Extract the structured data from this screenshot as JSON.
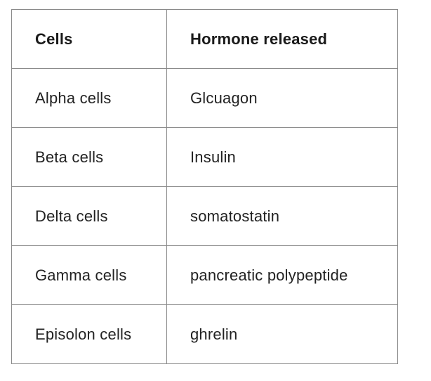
{
  "table": {
    "headers": [
      "Cells",
      "Hormone released"
    ],
    "rows": [
      [
        "Alpha cells",
        "Glcuagon"
      ],
      [
        "Beta cells",
        "Insulin"
      ],
      [
        "Delta cells",
        "somatostatin"
      ],
      [
        "Gamma cells",
        "pancreatic polypeptide"
      ],
      [
        "Episolon cells",
        "ghrelin"
      ]
    ]
  },
  "colors": {
    "border": "#8a8a8a",
    "text": "#222222",
    "background": "#ffffff"
  }
}
